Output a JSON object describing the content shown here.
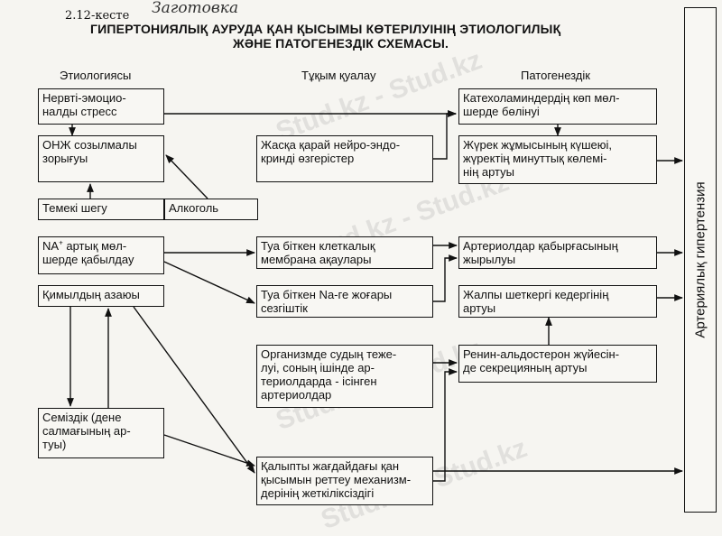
{
  "header": {
    "table_number": "2.12-кесте",
    "handwritten_note": "Заготовка",
    "title_line1": "ГИПЕРТОНИЯЛЫҚ АУРУДА ҚАН ҚЫСЫМЫ КӨТЕРІЛУІНІҢ ЭТИОЛОГИЛЫҚ",
    "title_line2": "ЖӘНЕ ПАТОГЕНЕЗДІК СХЕМАСЫ."
  },
  "columns": {
    "etiology": "Этиологиясы",
    "heredity": "Тұқым қуалау",
    "pathogenesis": "Патогенездік"
  },
  "etiology": {
    "stress": "Нервті-эмоцио-\nналды стресс",
    "cns": "ОНЖ созылмалы\nзорығуы",
    "smoking": "Темекі шегу",
    "alcohol": "Алкоголь",
    "sodium_pre": "NA",
    "sodium_sup": "+",
    "sodium_post": " артық мөл-\nшерде қабылдау",
    "inactivity": "Қимылдың азаюы",
    "obesity": "Семіздік (дене\nсалмағының ар-\nтуы)"
  },
  "heredity": {
    "neuro": "Жасқа қарай нейро-эндо-\nкринді өзгерістер",
    "membrane": "Туа біткен клеткалық\nмембрана ақаулары",
    "na_sens": "Туа біткен Na-ге жоғары\nсезгіштік",
    "vessels": "Организмде судың теже-\nлуі, соның ішінде ар-\nтериолдарда - ісінген\nартериолдар",
    "regulation": "Қалыпты жағдайдағы қан\nқысымын реттеу механизм-\nдерінің жеткіліксіздігі"
  },
  "pathogenesis": {
    "catechol": "Катехоламиндердің көп мөл-\nшерде бөлінуі",
    "heart": "Жүрек жұмысының күшеюі,\nжүректің минуттық көлемі-\nнің артуы",
    "arteriole": "Артериолдар қабырғасының\nжырылуы",
    "resistance": "Жалпы шеткергі кедергінің\nартуы",
    "renin": "Ренин-альдостерон жүйесін-\nде секрецияның артуы"
  },
  "outcome": "Артериялық гипертензия",
  "watermark": "Stud.kz - Stud.kz"
}
